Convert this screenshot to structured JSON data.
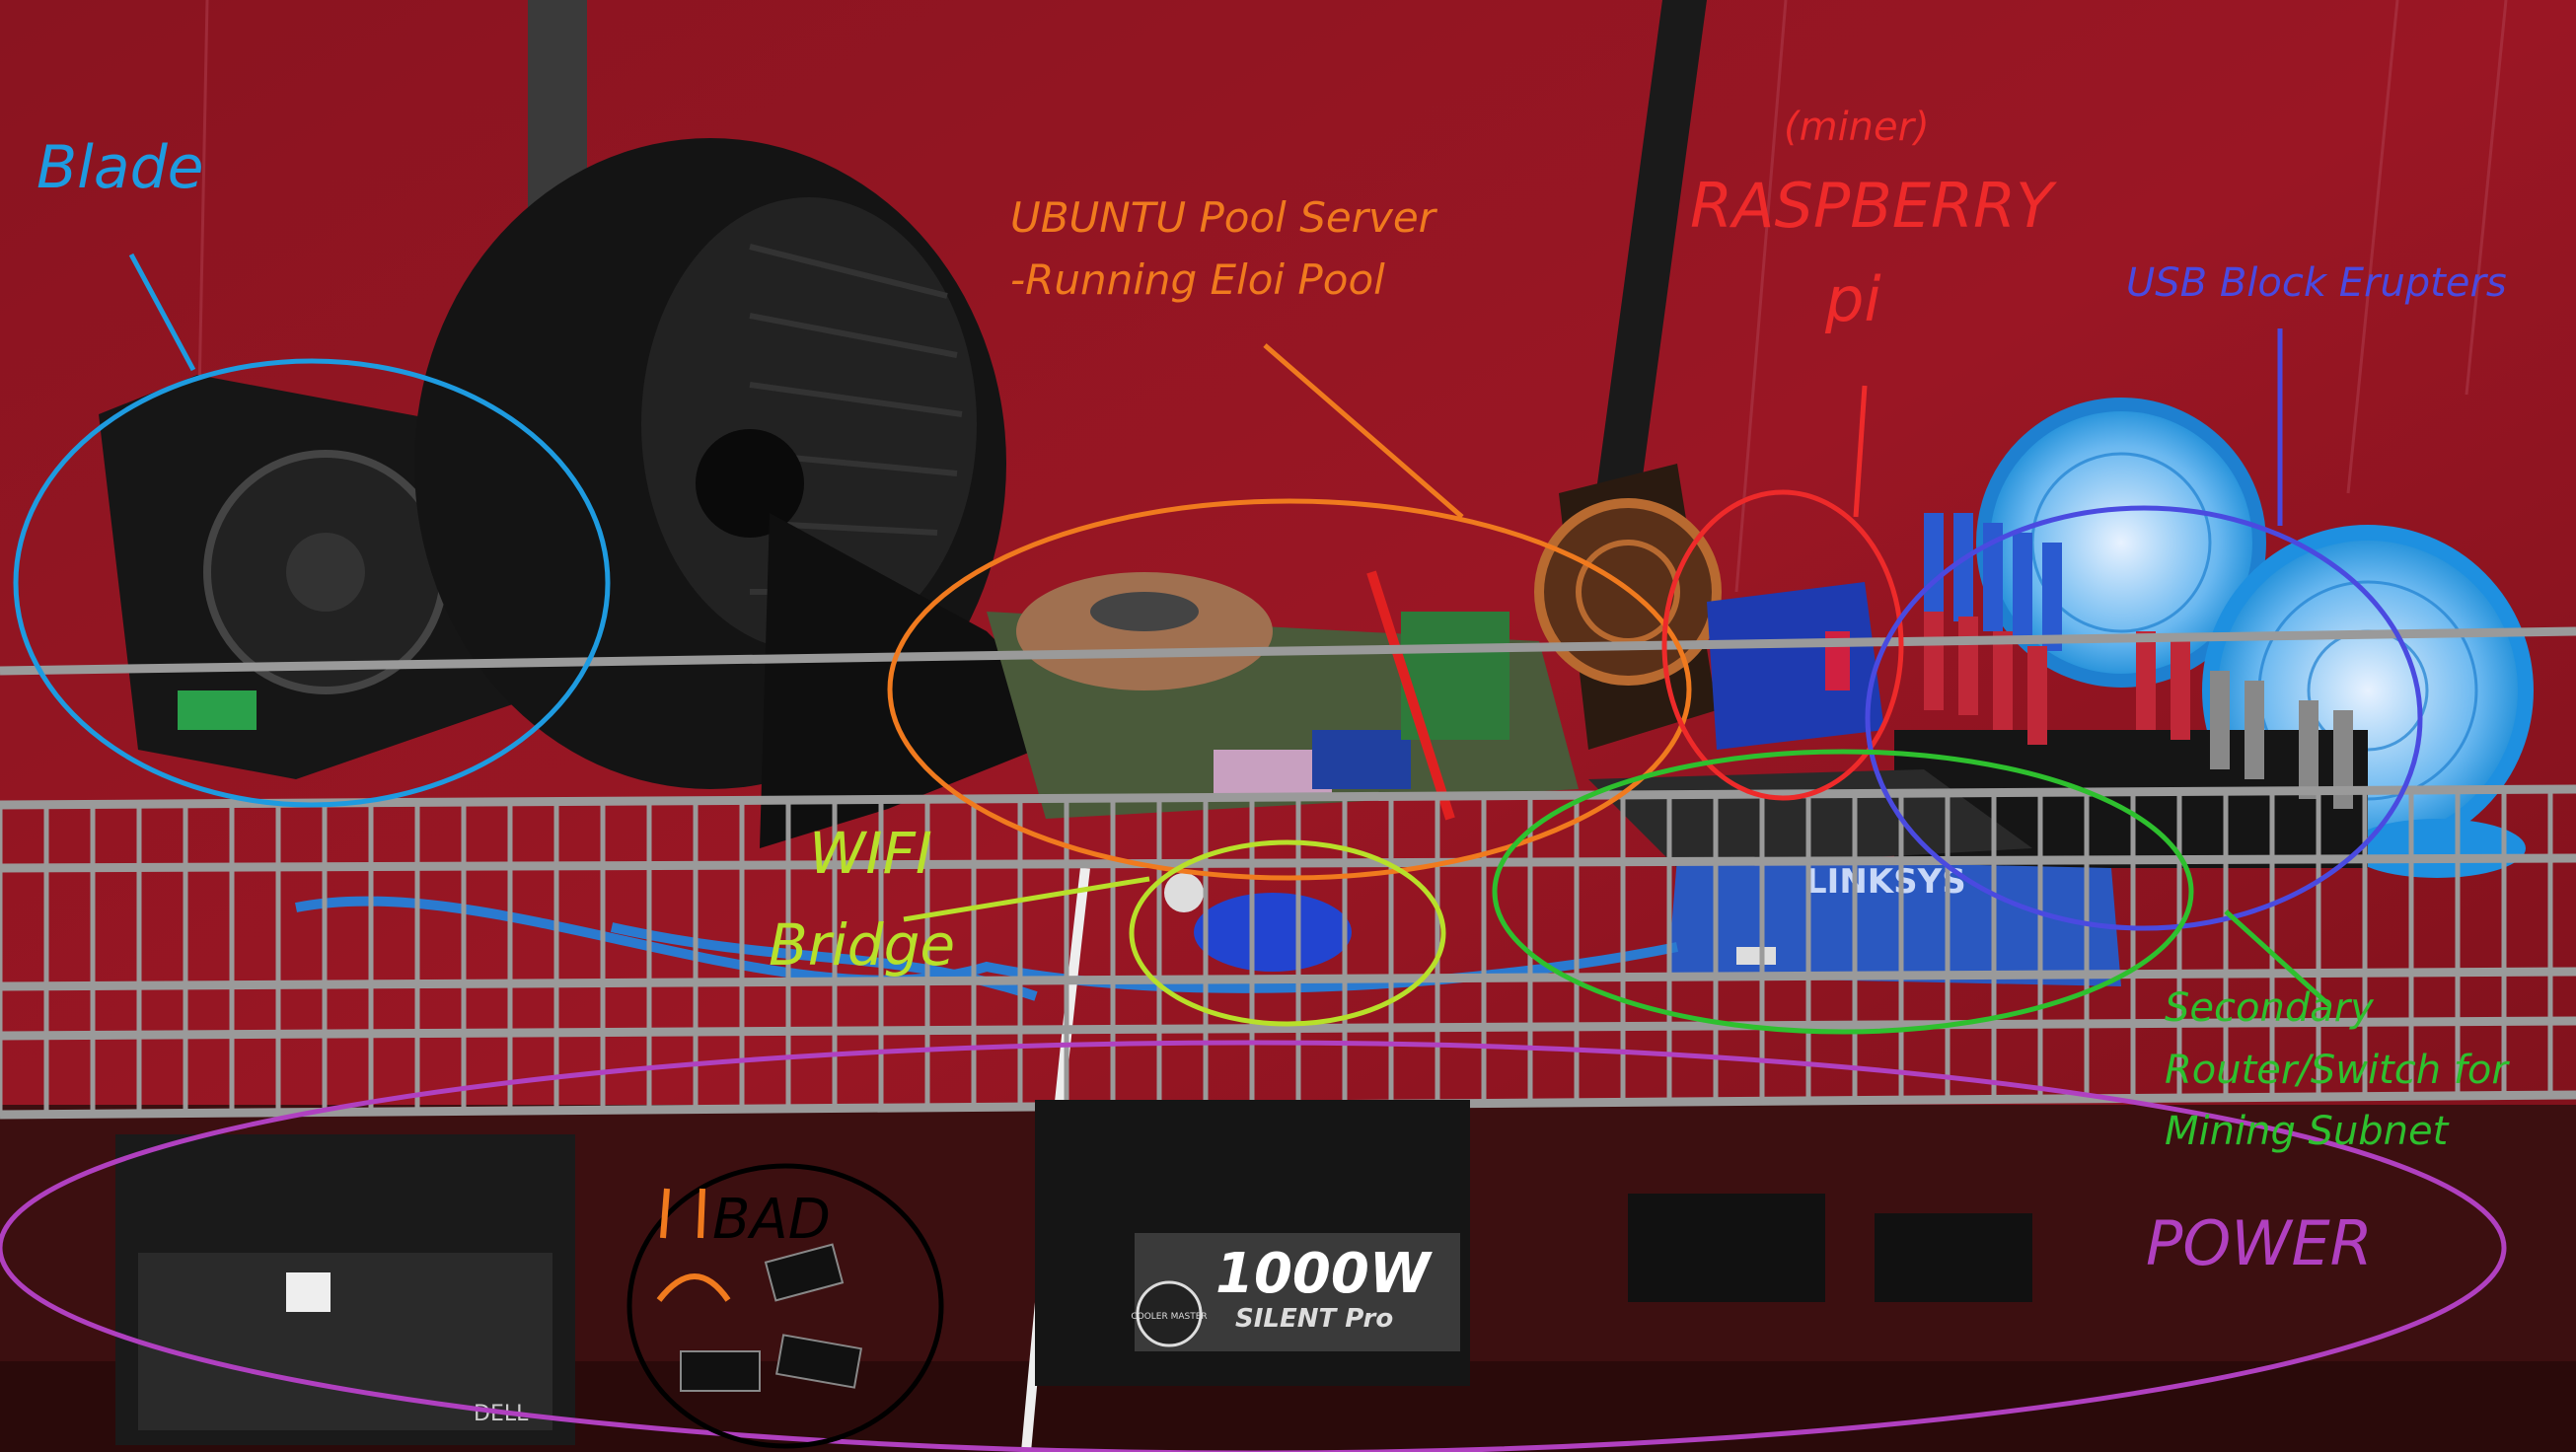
{
  "annotations": {
    "blade": "Blade",
    "ubuntu_line1": "UBUNTU Pool Server",
    "ubuntu_line2": "-Running Eloi Pool",
    "miner": "(miner)",
    "raspberry": "RASPBERRY",
    "pi": "pi",
    "usb": "USB Block Erupters",
    "wifi": "WIFI",
    "bridge": "Bridge",
    "secondary_line1": "Secondary",
    "secondary_line2": "Router/Switch for",
    "secondary_line3": "Mining Subnet",
    "power": "POWER",
    "bad": "BAD"
  },
  "product_labels": {
    "psu_wattage": "1000W",
    "psu_model": "SILENT Pro",
    "psu_brand": "COOLER MASTER",
    "router_brand": "LINKSYS",
    "dell_brand": "DELL"
  },
  "colors": {
    "wall": "#8e1420",
    "blade": "#1e9be0",
    "ubuntu": "#f07a1e",
    "raspberry": "#ee2a2a",
    "usb": "#4a4ae0",
    "wifi": "#b8e02a",
    "secondary": "#2ec02e",
    "power": "#b040c0",
    "bad": "#000000"
  }
}
